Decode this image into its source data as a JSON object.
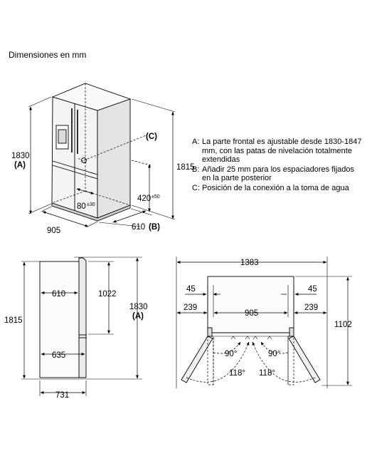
{
  "title": "Dimensiones en mm",
  "notes": [
    {
      "key": "A:",
      "text": "La parte frontal es ajustable desde 1830-1847 mm, con las patas de nivelación totalmente extendidas"
    },
    {
      "key": "B:",
      "text": "Añadir 25 mm para los espaciadores fijados en la parte posterior"
    },
    {
      "key": "C:",
      "text": "Posición de la conexión a la toma de agua"
    }
  ],
  "iso": {
    "height": "1830",
    "height_ref": "(A)",
    "height_rear": "1815",
    "width": "905",
    "depth": "610",
    "depth_ref": "(B)",
    "connection_ref": "(C)",
    "conn_height": "420",
    "conn_height_tol": "±50",
    "conn_offset": "80",
    "conn_offset_tol": "±30"
  },
  "side": {
    "height_left": "1815",
    "depth_top": "610",
    "depth_bottom": "635",
    "door_height": "1022",
    "height_right": "1830",
    "height_right_ref": "(A)",
    "total_depth": "731"
  },
  "plan": {
    "total_width": "1383",
    "left_gap": "45",
    "right_gap": "45",
    "left_door": "239",
    "body_width": "905",
    "right_door": "239",
    "total_depth": "1102",
    "angle_left_inner": "90°",
    "angle_right_inner": "90°",
    "angle_left_outer": "118°",
    "angle_right_outer": "118°"
  }
}
